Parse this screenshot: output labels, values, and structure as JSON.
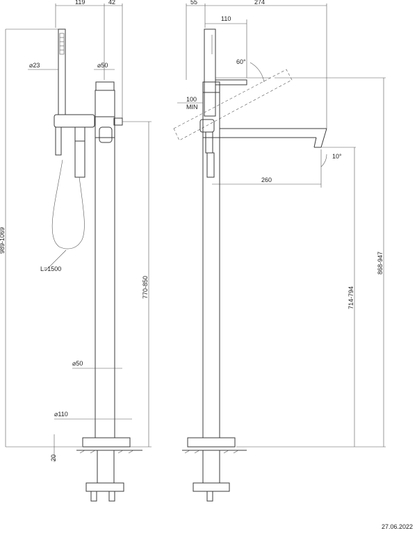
{
  "front_view": {
    "dim_top_left": "119",
    "dim_top_right": "42",
    "dim_handshower_dia": "⌀23",
    "dim_body_dia": "⌀50",
    "dim_column_dia": "⌀50",
    "dim_base_dia": "⌀110",
    "dim_total_height": "989-1069",
    "dim_spout_height": "770-850",
    "dim_base_thickness": "20",
    "hose_length": "L=1500"
  },
  "side_view": {
    "dim_top_left": "55",
    "dim_top_right": "274",
    "dim_handshower_offset": "110",
    "dim_angle_lever": "60°",
    "dim_min_label": "100",
    "dim_min_suffix": "MIN",
    "dim_spout_reach": "260",
    "dim_spout_angle": "10°",
    "dim_outlet_height": "714-794",
    "dim_top_height": "868-947"
  },
  "footer": {
    "date": "27.06.2022"
  }
}
